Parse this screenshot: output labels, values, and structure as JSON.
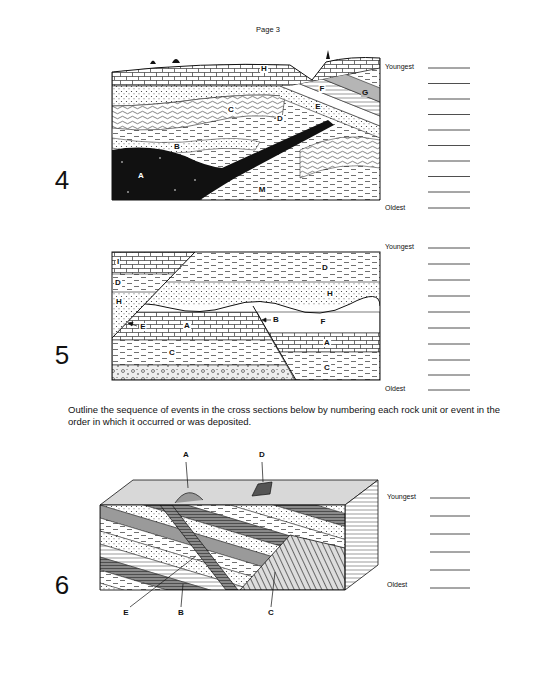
{
  "diagram": {
    "caption": "Outline the sequence of events in the cross sections below by numbering each rock unit or event in the order in which it occurred or was deposited.",
    "labels": [
      "Page 3",
      "H",
      "Youngest",
      "F",
      "G",
      "E",
      "C",
      "D",
      "B",
      "A",
      "4",
      "M",
      "Oldest",
      "Youngest",
      "I",
      "D",
      "D",
      "H",
      "H",
      "A",
      "B",
      "F",
      "E",
      "A",
      "5",
      "C",
      "C",
      "Oldest",
      "A",
      "D",
      "Youngest",
      "6",
      "Oldest",
      "E",
      "B",
      "C"
    ]
  }
}
